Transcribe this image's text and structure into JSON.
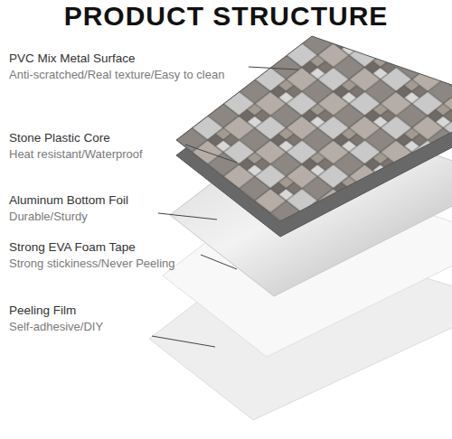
{
  "diagram": {
    "title": "PRODUCT STRUCTURE",
    "labels": [
      "PVC Mix Metal Surface",
      "Anti-scratched/Real texture/Easy to clean",
      "Stone Plastic Core",
      "Heat resistant/Waterproof",
      "Aluminum Bottom Foil",
      "Durable/Sturdy",
      "Strong EVA Foam Tape",
      "Strong stickiness/Never Peeling",
      "Peeling Film",
      "Self-adhesive/DIY"
    ]
  }
}
